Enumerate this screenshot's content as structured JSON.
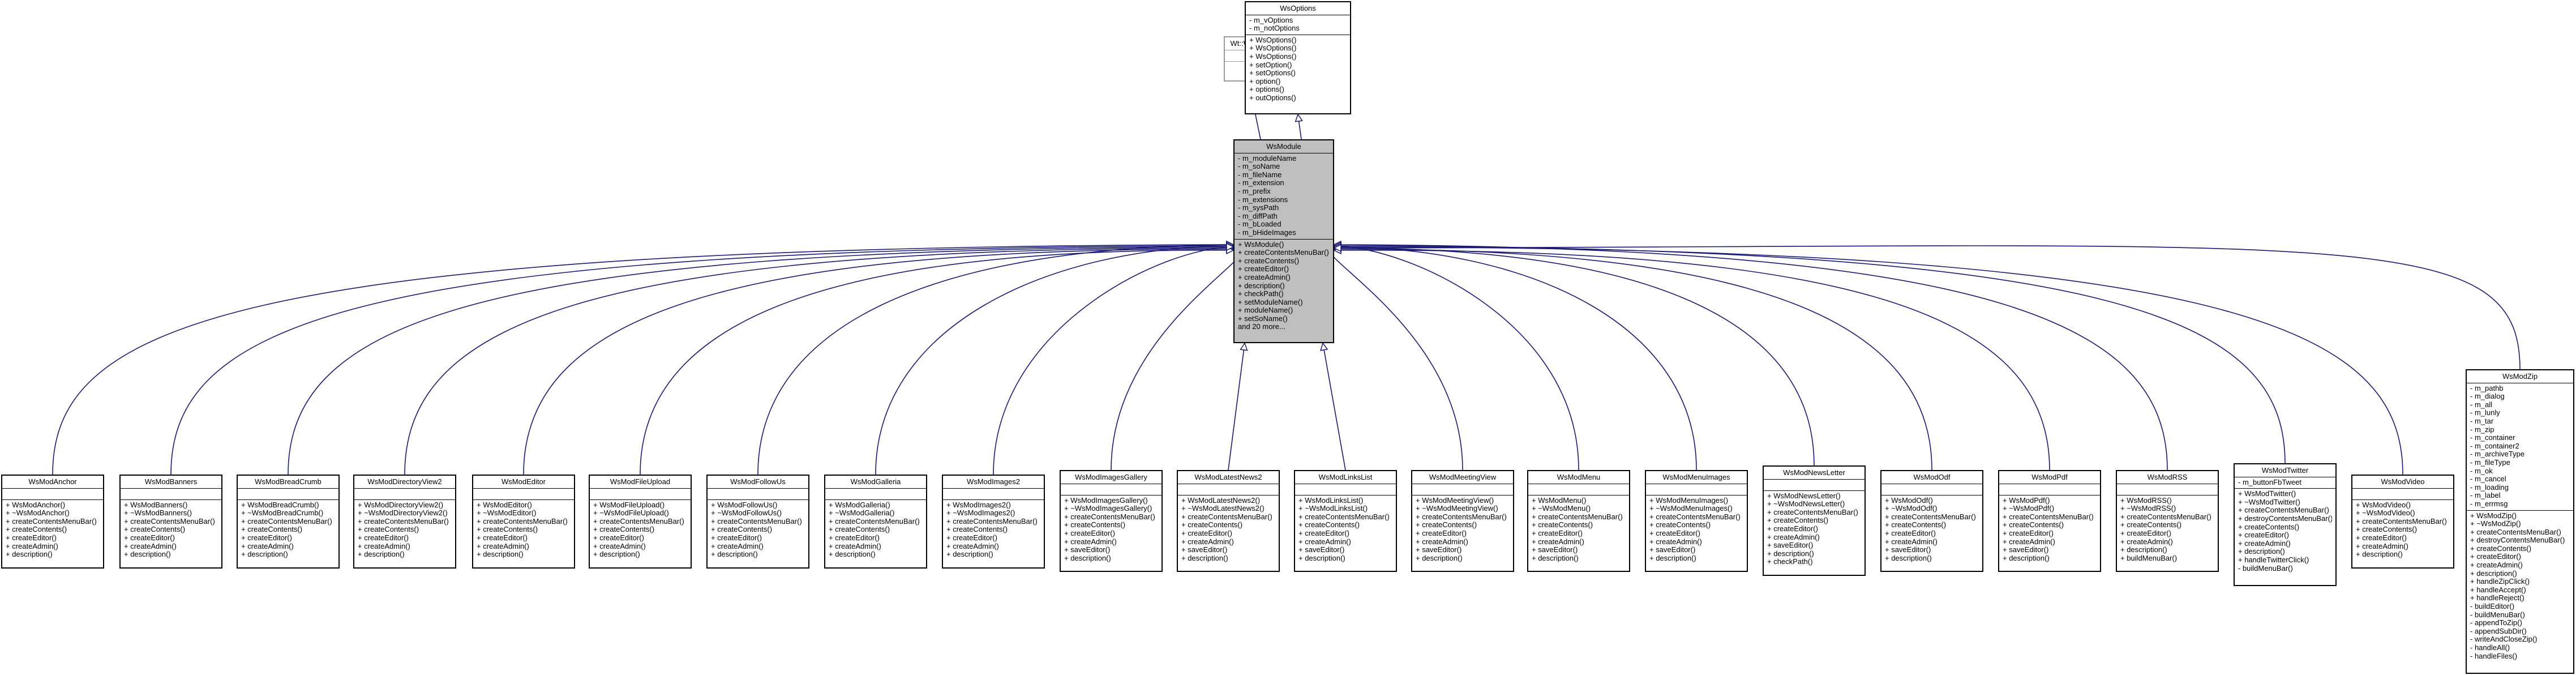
{
  "colors": {
    "inheritance_edge": "#191970",
    "usage_edge": "#191970",
    "focus_fill": "#bfbfbf"
  },
  "external": {
    "wt_wobject": {
      "name": "Wt::WObject",
      "attributes": [],
      "operations": []
    },
    "wsoptions": {
      "name": "WsOptions",
      "attributes": [
        "- m_vOptions",
        "- m_notOptions"
      ],
      "operations": [
        "+ WsOptions()",
        "+ WsOptions()",
        "+ WsOptions()",
        "+ setOption()",
        "+ setOptions()",
        "+ option()",
        "+ options()",
        "+ outOptions()"
      ]
    }
  },
  "focus": {
    "name": "WsModule",
    "attributes": [
      "- m_moduleName",
      "- m_soName",
      "- m_fileName",
      "- m_extension",
      "- m_prefix",
      "- m_extensions",
      "- m_sysPath",
      "- m_diffPath",
      "- m_bLoaded",
      "- m_bHideImages"
    ],
    "operations": [
      "+ WsModule()",
      "+ createContentsMenuBar()",
      "+ createContents()",
      "+ createEditor()",
      "+ createAdmin()",
      "+ description()",
      "+ checkPath()",
      "+ setModuleName()",
      "+ moduleName()",
      "+ setSoName()",
      "and 20 more..."
    ]
  },
  "subclasses": [
    {
      "name": "WsModAnchor",
      "attributes": [],
      "operations": [
        "+ WsModAnchor()",
        "+ ~WsModAnchor()",
        "+ createContentsMenuBar()",
        "+ createContents()",
        "+ createEditor()",
        "+ createAdmin()",
        "+ description()"
      ]
    },
    {
      "name": "WsModBanners",
      "attributes": [],
      "operations": [
        "+ WsModBanners()",
        "+ ~WsModBanners()",
        "+ createContentsMenuBar()",
        "+ createContents()",
        "+ createEditor()",
        "+ createAdmin()",
        "+ description()"
      ]
    },
    {
      "name": "WsModBreadCrumb",
      "attributes": [],
      "operations": [
        "+ WsModBreadCrumb()",
        "+ ~WsModBreadCrumb()",
        "+ createContentsMenuBar()",
        "+ createContents()",
        "+ createEditor()",
        "+ createAdmin()",
        "+ description()"
      ]
    },
    {
      "name": "WsModDirectoryView2",
      "attributes": [],
      "operations": [
        "+ WsModDirectoryView2()",
        "+ ~WsModDirectoryView2()",
        "+ createContentsMenuBar()",
        "+ createContents()",
        "+ createEditor()",
        "+ createAdmin()",
        "+ description()"
      ]
    },
    {
      "name": "WsModEditor",
      "attributes": [],
      "operations": [
        "+ WsModEditor()",
        "+ ~WsModEditor()",
        "+ createContentsMenuBar()",
        "+ createContents()",
        "+ createEditor()",
        "+ createAdmin()",
        "+ description()"
      ]
    },
    {
      "name": "WsModFileUpload",
      "attributes": [],
      "operations": [
        "+ WsModFileUpload()",
        "+ ~WsModFileUpload()",
        "+ createContentsMenuBar()",
        "+ createContents()",
        "+ createEditor()",
        "+ createAdmin()",
        "+ description()"
      ]
    },
    {
      "name": "WsModFollowUs",
      "attributes": [],
      "operations": [
        "+ WsModFollowUs()",
        "+ ~WsModFollowUs()",
        "+ createContentsMenuBar()",
        "+ createContents()",
        "+ createEditor()",
        "+ createAdmin()",
        "+ description()"
      ]
    },
    {
      "name": "WsModGalleria",
      "attributes": [],
      "operations": [
        "+ WsModGalleria()",
        "+ ~WsModGalleria()",
        "+ createContentsMenuBar()",
        "+ createContents()",
        "+ createEditor()",
        "+ createAdmin()",
        "+ description()"
      ]
    },
    {
      "name": "WsModImages2",
      "attributes": [],
      "operations": [
        "+ WsModImages2()",
        "+ ~WsModImages2()",
        "+ createContentsMenuBar()",
        "+ createContents()",
        "+ createEditor()",
        "+ createAdmin()",
        "+ description()"
      ]
    },
    {
      "name": "WsModImagesGallery",
      "attributes": [],
      "operations": [
        "+ WsModImagesGallery()",
        "+ ~WsModImagesGallery()",
        "+ createContentsMenuBar()",
        "+ createContents()",
        "+ createEditor()",
        "+ createAdmin()",
        "+ saveEditor()",
        "+ description()"
      ]
    },
    {
      "name": "WsModLatestNews2",
      "attributes": [],
      "operations": [
        "+ WsModLatestNews2()",
        "+ ~WsModLatestNews2()",
        "+ createContentsMenuBar()",
        "+ createContents()",
        "+ createEditor()",
        "+ createAdmin()",
        "+ saveEditor()",
        "+ description()"
      ]
    },
    {
      "name": "WsModLinksList",
      "attributes": [],
      "operations": [
        "+ WsModLinksList()",
        "+ ~WsModLinksList()",
        "+ createContentsMenuBar()",
        "+ createContents()",
        "+ createEditor()",
        "+ createAdmin()",
        "+ saveEditor()",
        "+ description()"
      ]
    },
    {
      "name": "WsModMeetingView",
      "attributes": [],
      "operations": [
        "+ WsModMeetingView()",
        "+ ~WsModMeetingView()",
        "+ createContentsMenuBar()",
        "+ createContents()",
        "+ createEditor()",
        "+ createAdmin()",
        "+ saveEditor()",
        "+ description()"
      ]
    },
    {
      "name": "WsModMenu",
      "attributes": [],
      "operations": [
        "+ WsModMenu()",
        "+ ~WsModMenu()",
        "+ createContentsMenuBar()",
        "+ createContents()",
        "+ createEditor()",
        "+ createAdmin()",
        "+ saveEditor()",
        "+ description()"
      ]
    },
    {
      "name": "WsModMenuImages",
      "attributes": [],
      "operations": [
        "+ WsModMenuImages()",
        "+ ~WsModMenuImages()",
        "+ createContentsMenuBar()",
        "+ createContents()",
        "+ createEditor()",
        "+ createAdmin()",
        "+ saveEditor()",
        "+ description()"
      ]
    },
    {
      "name": "WsModNewsLetter",
      "attributes": [],
      "operations": [
        "+ WsModNewsLetter()",
        "+ ~WsModNewsLetter()",
        "+ createContentsMenuBar()",
        "+ createContents()",
        "+ createEditor()",
        "+ createAdmin()",
        "+ saveEditor()",
        "+ description()",
        "+ checkPath()"
      ]
    },
    {
      "name": "WsModOdf",
      "attributes": [],
      "operations": [
        "+ WsModOdf()",
        "+ ~WsModOdf()",
        "+ createContentsMenuBar()",
        "+ createContents()",
        "+ createEditor()",
        "+ createAdmin()",
        "+ saveEditor()",
        "+ description()"
      ]
    },
    {
      "name": "WsModPdf",
      "attributes": [],
      "operations": [
        "+ WsModPdf()",
        "+ ~WsModPdf()",
        "+ createContentsMenuBar()",
        "+ createContents()",
        "+ createEditor()",
        "+ createAdmin()",
        "+ saveEditor()",
        "+ description()"
      ]
    },
    {
      "name": "WsModRSS",
      "attributes": [],
      "operations": [
        "+ WsModRSS()",
        "+ ~WsModRSS()",
        "+ createContentsMenuBar()",
        "+ createContents()",
        "+ createEditor()",
        "+ createAdmin()",
        "+ description()",
        "+ buildMenuBar()"
      ]
    },
    {
      "name": "WsModTwitter",
      "attributes": [
        "- m_buttonFbTweet"
      ],
      "operations": [
        "+ WsModTwitter()",
        "+ ~WsModTwitter()",
        "+ createContentsMenuBar()",
        "+ destroyContentsMenuBar()",
        "+ createContents()",
        "+ createEditor()",
        "+ createAdmin()",
        "+ description()",
        "+ handleTwitterClick()",
        "- buildMenuBar()"
      ]
    },
    {
      "name": "WsModVideo",
      "attributes": [],
      "operations": [
        "+ WsModVideo()",
        "+ ~WsModVideo()",
        "+ createContentsMenuBar()",
        "+ createContents()",
        "+ createEditor()",
        "+ createAdmin()",
        "+ description()"
      ]
    },
    {
      "name": "WsModZip",
      "attributes": [
        "- m_pathb",
        "- m_dialog",
        "- m_all",
        "- m_lunly",
        "- m_tar",
        "- m_zip",
        "- m_container",
        "- m_container2",
        "- m_archiveType",
        "- m_fileType",
        "- m_ok",
        "- m_cancel",
        "- m_loading",
        "- m_label",
        "- m_errmsg"
      ],
      "operations": [
        "+ WsModZip()",
        "+ ~WsModZip()",
        "+ createContentsMenuBar()",
        "+ destroyContentsMenuBar()",
        "+ createContents()",
        "+ createEditor()",
        "+ createAdmin()",
        "+ description()",
        "+ handleZipClick()",
        "+ handleAccept()",
        "+ handleReject()",
        "- buildEditor()",
        "- buildMenuBar()",
        "- appendToZip()",
        "- appendSubDir()",
        "- writeAndCloseZip()",
        "- handleAll()",
        "- handleFiles()"
      ]
    }
  ]
}
